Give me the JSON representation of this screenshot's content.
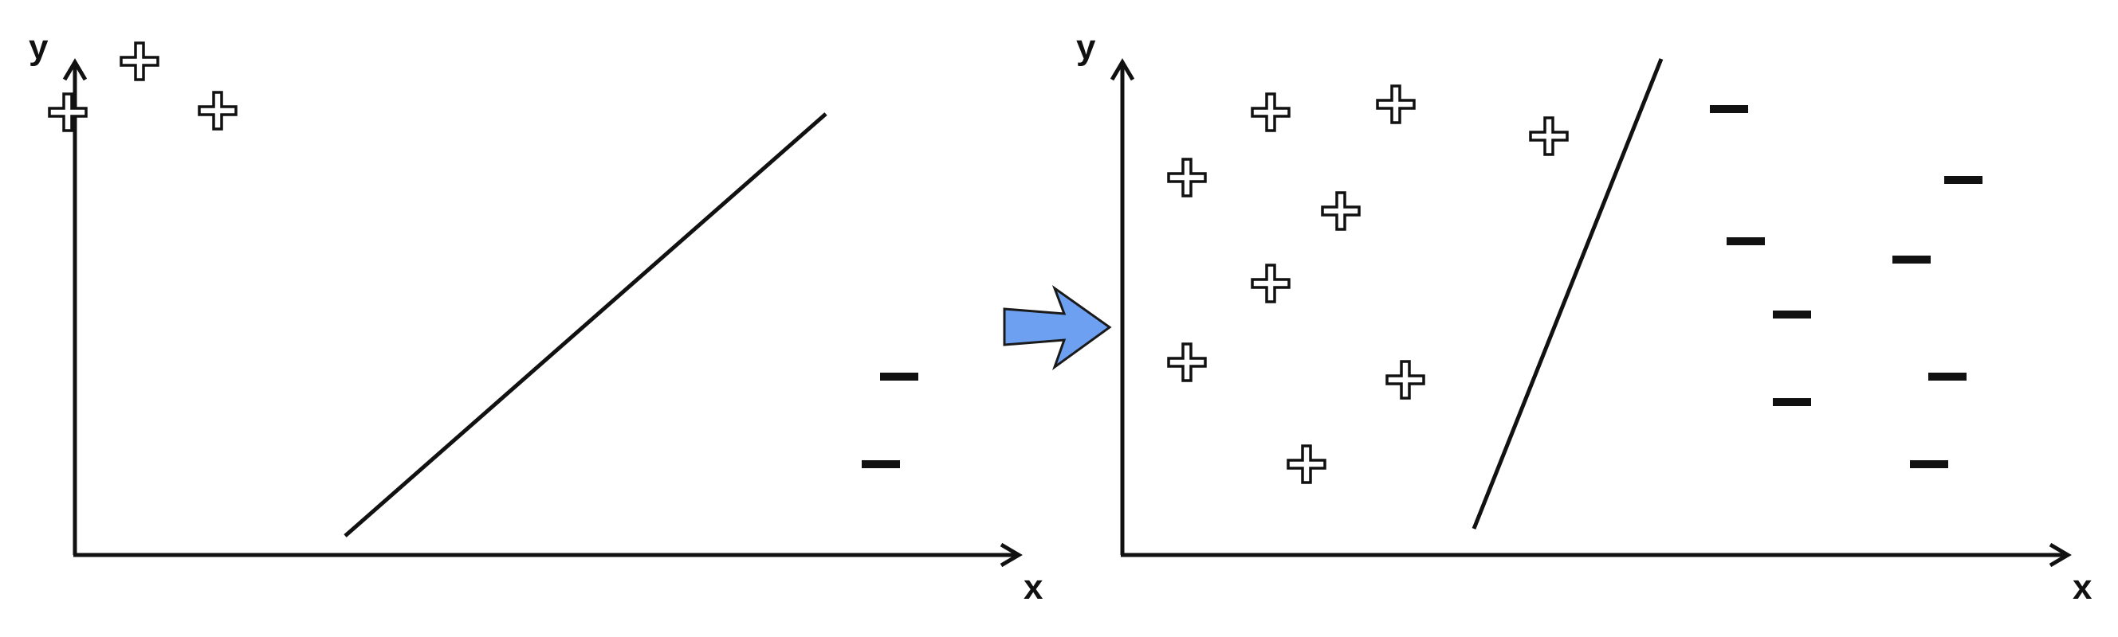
{
  "colors": {
    "ink": "#111111",
    "arrow_fill": "#6da0f0",
    "background": "#ffffff"
  },
  "icons": {
    "positive": "plus-icon",
    "negative": "minus-icon",
    "transition": "right-arrow-icon"
  },
  "panels": [
    {
      "axis": {
        "x_label": "x",
        "y_label": "y"
      },
      "positives": [
        [
          85,
          141
        ],
        [
          175,
          77
        ],
        [
          273,
          139
        ]
      ],
      "negatives": [
        [
          1128,
          473
        ],
        [
          1105,
          583
        ]
      ],
      "separator": [
        [
          433,
          673
        ],
        [
          1036,
          143
        ]
      ]
    },
    {
      "axis": {
        "x_label": "x",
        "y_label": "y"
      },
      "positives": [
        [
          1594,
          141
        ],
        [
          1751,
          131
        ],
        [
          1943,
          171
        ],
        [
          1489,
          223
        ],
        [
          1682,
          265
        ],
        [
          1594,
          356
        ],
        [
          1489,
          455
        ],
        [
          1763,
          477
        ],
        [
          1639,
          583
        ]
      ],
      "negatives": [
        [
          2169,
          137
        ],
        [
          2463,
          226
        ],
        [
          2190,
          303
        ],
        [
          2398,
          326
        ],
        [
          2248,
          395
        ],
        [
          2443,
          473
        ],
        [
          2248,
          505
        ],
        [
          2420,
          583
        ]
      ],
      "separator": [
        [
          1849,
          664
        ],
        [
          2084,
          74
        ]
      ]
    }
  ]
}
